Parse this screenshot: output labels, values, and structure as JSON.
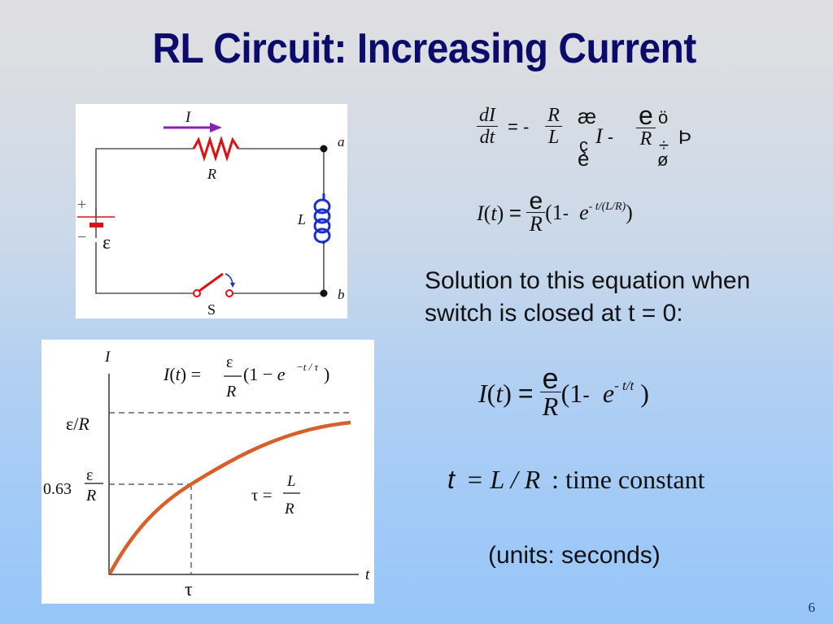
{
  "slide": {
    "title": "RL Circuit: Increasing Current",
    "page_number": "6",
    "colors": {
      "title": "#0b0b6b",
      "resistor": "#dd1111",
      "inductor": "#1a2fcc",
      "current_arrow": "#8a1fb8",
      "curve": "#d95f2a"
    }
  },
  "circuit": {
    "current_label": "I",
    "resistor_label": "R",
    "inductor_label": "L",
    "emf_label": "ε",
    "plus": "+",
    "minus": "−",
    "switch_label": "S",
    "node_a": "a",
    "node_b": "b"
  },
  "equations": {
    "diff_eq": {
      "lhs_num": "dI",
      "lhs_den": "dt",
      "eq_minus": "= -",
      "r_num": "R",
      "r_den": "L",
      "paren_open_top": "æ",
      "paren_open_bot": "è",
      "paren_open_mid": "ç",
      "i_minus": "I -",
      "e_num": "e",
      "e_den": "R",
      "paren_close_top": "ö",
      "paren_close_mid": "÷",
      "paren_close_bot": "ø",
      "arrow": "Þ"
    },
    "solution_LR": {
      "lhs": "I(t) =",
      "num": "e",
      "den": "R",
      "body": "(1 - ",
      "base": "e",
      "exponent": "- t/(L/R)",
      "close": ")"
    },
    "solution_text_line1": "Solution to this equation when",
    "solution_text_line2": "switch is closed at t = 0:",
    "solution_tau": {
      "lhs": "I(t) =",
      "num": "e",
      "den": "R",
      "body": "(1 - ",
      "base": "e",
      "exponent": "- t/t",
      "close": ")"
    },
    "time_constant": {
      "symbol": "t",
      "rhs": "= L / R",
      "label": ": time constant"
    },
    "units": "(units: seconds)"
  },
  "chart_data": {
    "type": "line",
    "title": "I(t) = ε/R (1 − e^(−t/τ))",
    "xlabel": "t",
    "ylabel": "I",
    "x_ticks": [
      "τ"
    ],
    "y_ticks": [
      "0.63 ε/R",
      "ε/R"
    ],
    "annotation": "τ = L/R",
    "asymptote": "ε/R (dashed)",
    "series": [
      {
        "name": "I(t)",
        "x_in_tau": [
          0,
          0.5,
          1,
          1.5,
          2,
          2.5,
          3
        ],
        "y_fraction_of_eps_over_R": [
          0,
          0.39,
          0.63,
          0.78,
          0.86,
          0.92,
          0.95
        ]
      }
    ],
    "grid": false
  }
}
